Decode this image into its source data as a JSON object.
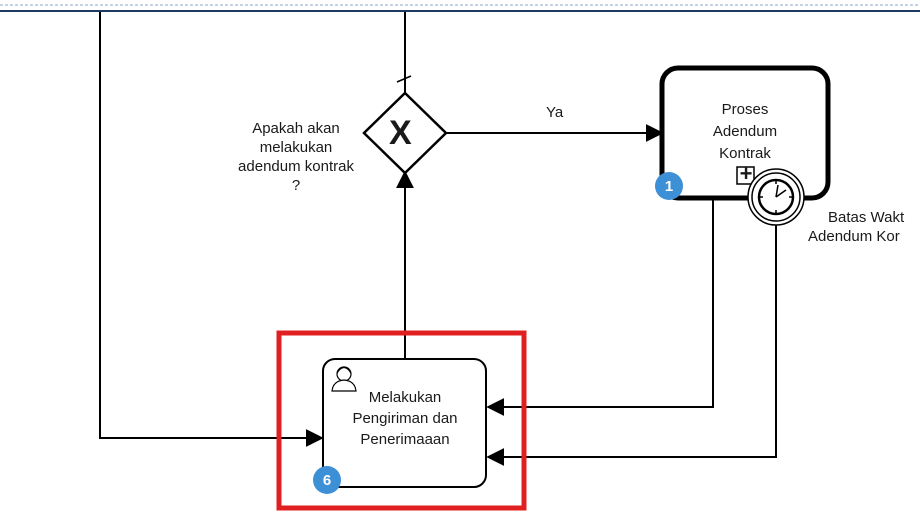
{
  "diagram": {
    "gateway": {
      "question_lines": [
        "Apakah akan",
        "melakukan",
        "adendum kontrak",
        "?"
      ],
      "symbol": "X",
      "yes_label": "Ya"
    },
    "subprocess_task": {
      "label_lines": [
        "Proses",
        "Adendum",
        "Kontrak"
      ],
      "badge": "1",
      "expand_symbol": "+"
    },
    "timer_event": {
      "label_lines": [
        "Batas Wakt",
        "Adendum Kor"
      ],
      "icon": "clock-icon"
    },
    "user_task": {
      "label_lines": [
        "Melakukan",
        "Pengiriman dan",
        "Penerimaaan"
      ],
      "badge": "6",
      "icon": "user-icon"
    },
    "highlight": {
      "color": "#e02020"
    },
    "colors": {
      "line": "#000000",
      "badge": "#3d8fd6",
      "lane_border": "#1f3a5f"
    }
  }
}
